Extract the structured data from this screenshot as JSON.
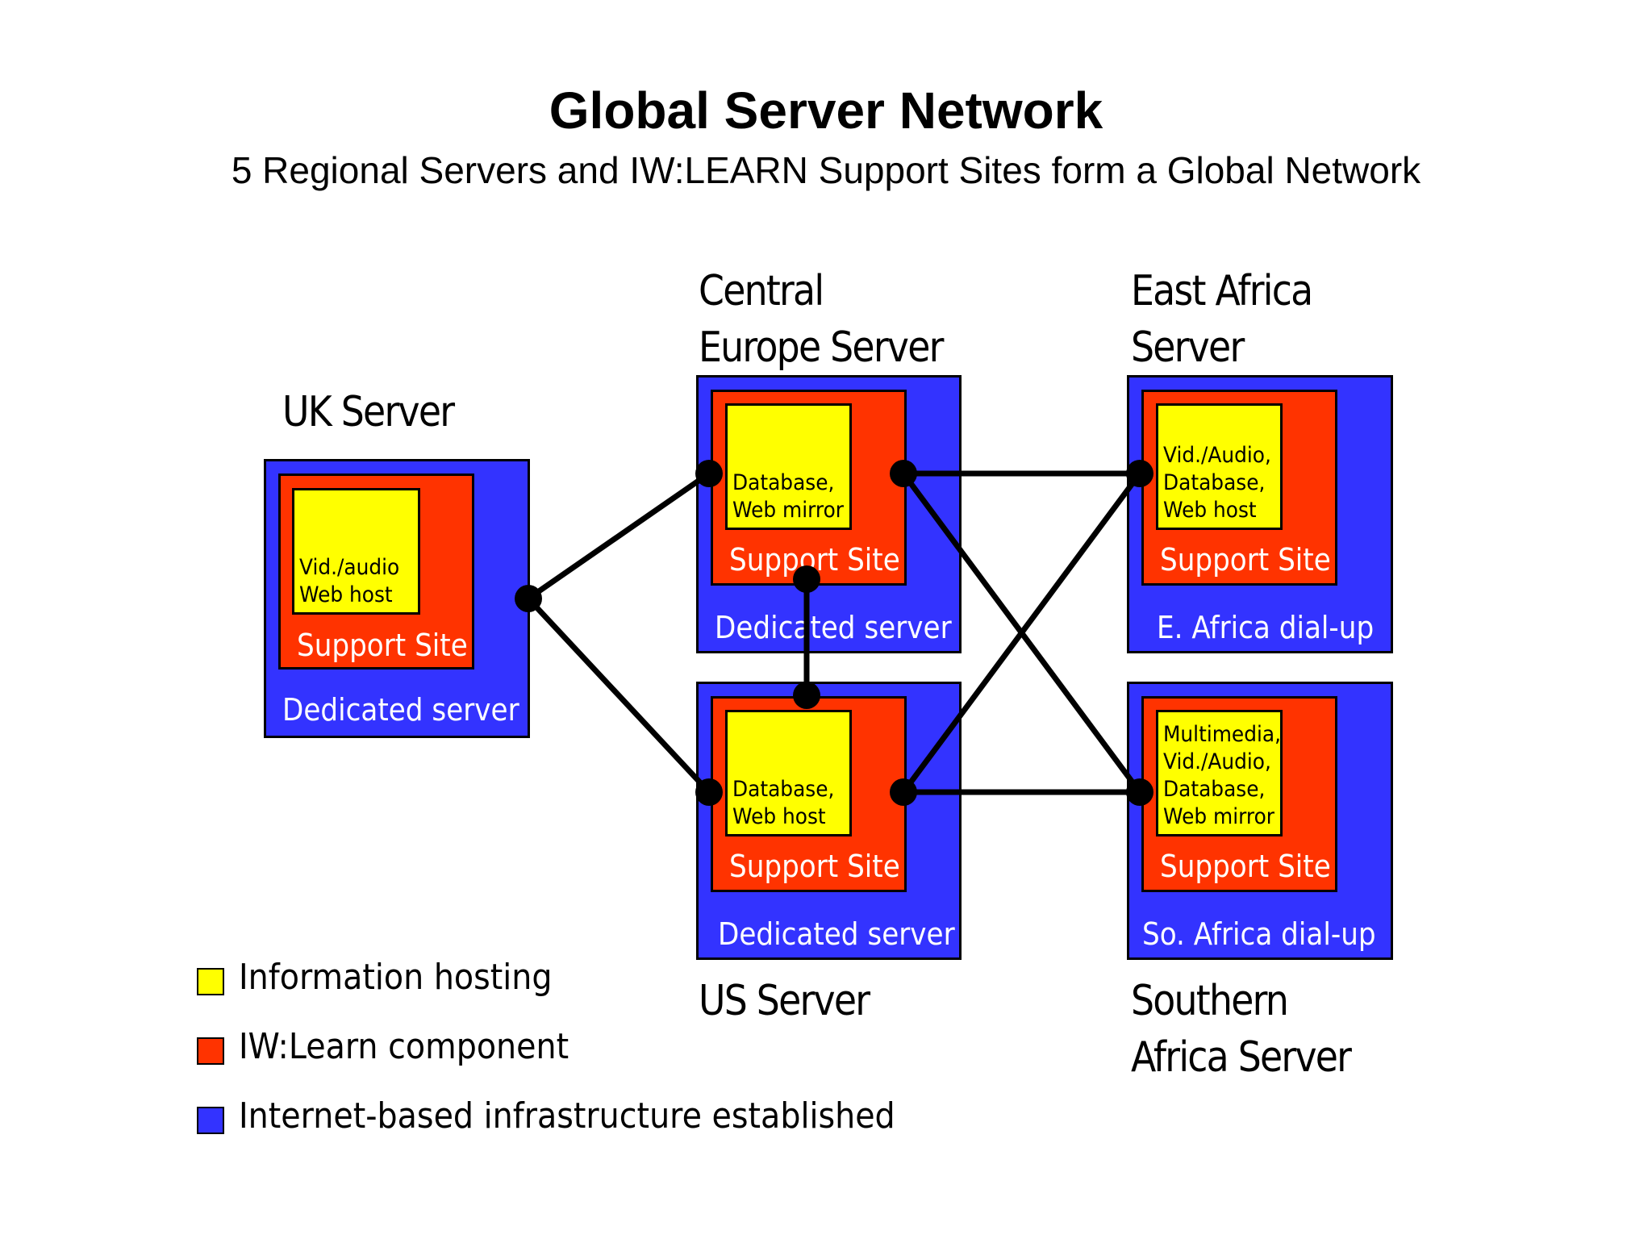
{
  "header": {
    "title": "Global Server Network",
    "subtitle": "5 Regional Servers and IW:LEARN Support Sites form a Global Network"
  },
  "colors": {
    "information_hosting": "#ffff00",
    "iwlearn_component": "#ff3300",
    "internet_infrastructure": "#3333ff",
    "link": "#000000"
  },
  "servers": {
    "uk": {
      "label": "UK Server",
      "hosting": "Vid./audio\nWeb host",
      "support_site": "Support Site",
      "infrastructure": "Dedicated server"
    },
    "central_europe": {
      "label": "Central\nEurope Server",
      "hosting": "Database,\nWeb mirror",
      "support_site": "Support Site",
      "infrastructure": "Dedicated server"
    },
    "us": {
      "label": "US Server",
      "hosting": "Database,\nWeb host",
      "support_site": "Support Site",
      "infrastructure": "Dedicated server"
    },
    "east_africa": {
      "label": "East Africa\nServer",
      "hosting": "Vid./Audio,\nDatabase,\nWeb host",
      "support_site": "Support Site",
      "infrastructure": "E. Africa dial-up"
    },
    "southern_africa": {
      "label": "Southern\nAfrica Server",
      "hosting": "Multimedia,\nVid./Audio,\nDatabase,\nWeb mirror",
      "support_site": "Support Site",
      "infrastructure": "So. Africa dial-up"
    }
  },
  "connections": [
    {
      "from": "uk",
      "to": "central_europe"
    },
    {
      "from": "uk",
      "to": "us"
    },
    {
      "from": "central_europe",
      "to": "us"
    },
    {
      "from": "central_europe",
      "to": "east_africa"
    },
    {
      "from": "central_europe",
      "to": "southern_africa"
    },
    {
      "from": "us",
      "to": "east_africa"
    },
    {
      "from": "us",
      "to": "southern_africa"
    }
  ],
  "legend": {
    "items": [
      {
        "label": "Information hosting",
        "color": "#ffff00"
      },
      {
        "label": "IW:Learn component",
        "color": "#ff3300"
      },
      {
        "label": "Internet-based infrastructure established",
        "color": "#3333ff"
      }
    ]
  }
}
